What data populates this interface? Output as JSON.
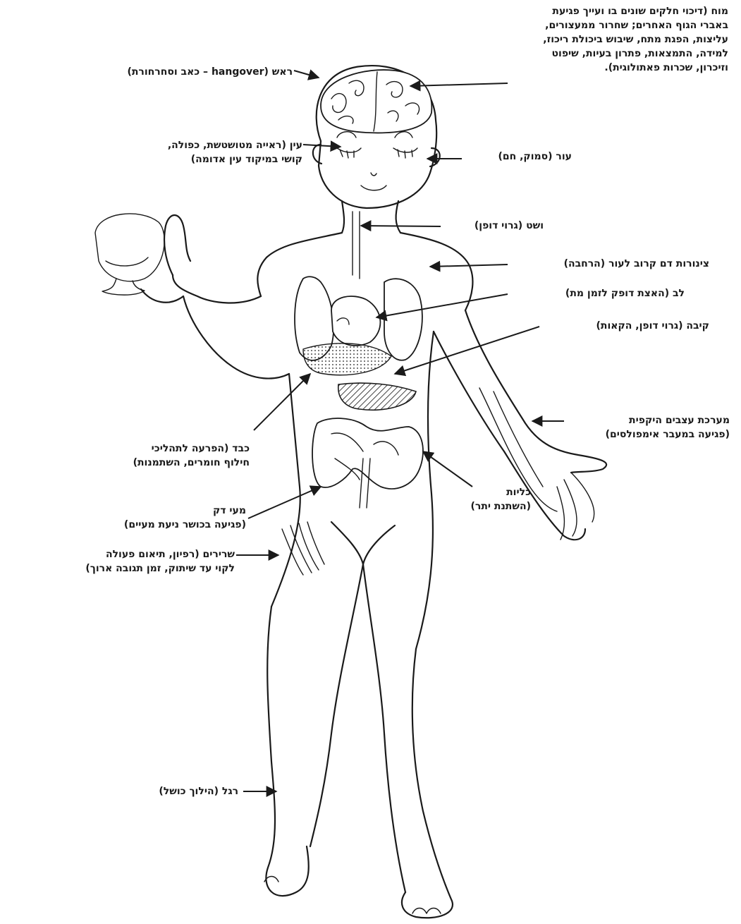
{
  "labels": {
    "brain": [
      "מוח (דיכוי חלקים שונים בו ועייך פגיעת",
      "באברי הגוף האחרים; שחרור ממעצורים,",
      "עליצות, הפגת מתח, שיבוש ביכולת ריכוז,",
      "למידה, התמצאות, פתרון בעיות, שיפוט",
      "וזיכרון, שכרות פאתולוגית)."
    ],
    "head": [
      "ראש (hangover – כאב וסחרחורת)"
    ],
    "eye": [
      "עין (ראייה מטושטשת, כפולה,",
      "קושי במיקוד עין אדומה)"
    ],
    "skin": [
      "עור (סמוק, חם)"
    ],
    "bladder": [
      "ושט (גרוי דופן)"
    ],
    "vessels": [
      "צינורות דם קרוב לעור (הרחבה)"
    ],
    "heart": [
      "לב (האצת דופק לזמן מת)"
    ],
    "stomach": [
      "קיבה (גרוי דופן, הקאות)"
    ],
    "nerves": [
      "מערכת עצבים היקפית",
      "(פגיעה במעבר אימפולסים)"
    ],
    "liver": [
      "כבד (הפרעה לתהליכי",
      "חילוף חומרים, השתמנות)"
    ],
    "kidneys": [
      "כליות",
      "(השתנת יתר)"
    ],
    "intestine": [
      "מעי דק",
      "(פגיעה בכושר ניעת מעיים)"
    ],
    "muscles": [
      "שרירים (רפיון, תיאום פעולה",
      "לקוי עד שיתוק, זמן תגובה ארוך)"
    ],
    "leg": [
      "רגל (הילוך כושל)"
    ]
  },
  "colors": {
    "ink": "#1a1a1a",
    "paper": "#ffffff"
  }
}
